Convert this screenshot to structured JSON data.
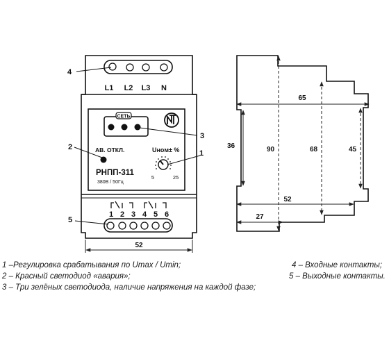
{
  "front": {
    "terminal_labels": [
      "L1",
      "L2",
      "L3",
      "N"
    ],
    "set_label": "СЕТЬ",
    "alarm_label": "АВ. ОТКЛ.",
    "knob_label": "Uном± %",
    "model": "РНПП-311",
    "spec": "380В / 50Гц",
    "scale_min": "5",
    "scale_max": "25",
    "output_numbers": [
      "1",
      "2",
      "3",
      "4",
      "5",
      "6"
    ],
    "callouts": [
      "1",
      "2",
      "3",
      "4",
      "5"
    ],
    "width_dim": "52"
  },
  "side": {
    "dims": {
      "total_width": "65",
      "left_height": "36",
      "height_90": "90",
      "height_68": "68",
      "height_45": "45",
      "bottom_52": "52",
      "bottom_27": "27"
    }
  },
  "legend": {
    "left": [
      "1 –Регулировка срабатывания по Umax / Umin;",
      "2 – Красный светодиод «авария»;",
      "3 – Три зелёных светодиода, наличие напряжения на каждой фазе;"
    ],
    "right": [
      "4 – Входные контакты;",
      "5 – Выходные контакты."
    ]
  }
}
